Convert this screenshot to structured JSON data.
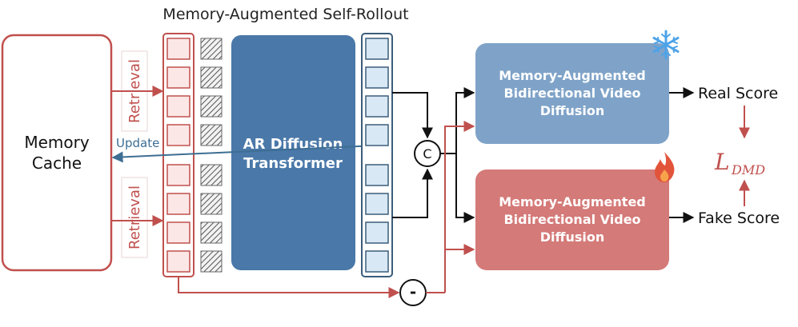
{
  "title": "Memory-Augmented Self-Rollout",
  "memory_cache": {
    "line1": "Memory",
    "line2": "Cache"
  },
  "retrieval_top": "Retrieval",
  "retrieval_bottom": "Retrieval",
  "update": "Update",
  "ar_transformer": {
    "line1": "AR Diffusion",
    "line2": "Transformer"
  },
  "real_model": {
    "line1": "Memory-Augmented",
    "line2": "Bidirectional Video",
    "line3": "Diffusion",
    "icon": "snowflake-icon"
  },
  "fake_model": {
    "line1": "Memory-Augmented",
    "line2": "Bidirectional Video",
    "line3": "Diffusion",
    "icon": "flame-icon"
  },
  "concat_symbol": "C",
  "minus_symbol": "-",
  "real_score": "Real Score",
  "fake_score": "Fake Score",
  "loss": {
    "main": "L",
    "sub": "DMD"
  },
  "colors": {
    "red": "#c0504d",
    "red_fill": "#d47a78",
    "blue_dark": "#4a78a8",
    "blue_light": "#7fa3c8",
    "cell_blue": "#d9e8f5",
    "cell_blue_border": "#3b5d7a",
    "cell_red": "#fbe7e6"
  }
}
